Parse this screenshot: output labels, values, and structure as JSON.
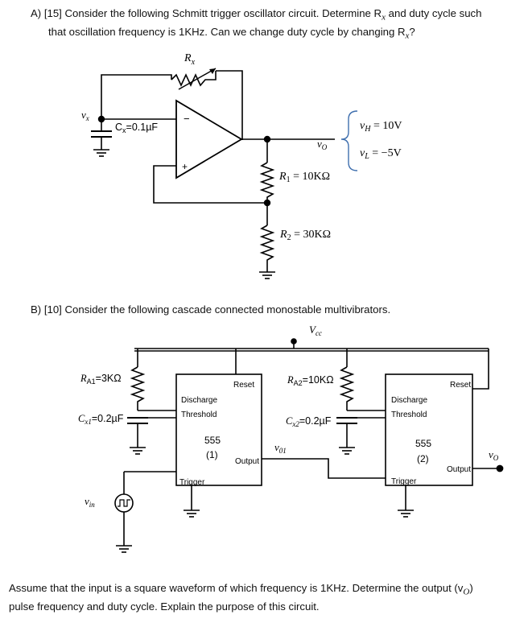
{
  "part_a": {
    "line1": "A)  [15] Consider the following Schmitt trigger oscillator circuit. Determine R",
    "line1_sub": "x",
    "line1_tail": " and duty cycle such",
    "line2": "that oscillation frequency is 1KHz. Can we change duty cycle by changing R",
    "line2_sub": "x",
    "line2_tail": "?"
  },
  "part_b": {
    "text": "B)  [10] Consider the following cascade connected monostable multivibrators."
  },
  "footer": {
    "line1": "Assume that the input is a square waveform of which frequency is 1KHz. Determine the output (v",
    "line1_sub": "O",
    "line1_tail": ")",
    "line2": "pulse frequency and duty cycle. Explain the purpose of this circuit."
  },
  "circuit_a": {
    "rx_label": "R",
    "rx_sub": "x",
    "vx_label": "v",
    "vx_sub": "x",
    "cx_label": "C",
    "cx_sub": "x",
    "cx_value": "=0.1µF",
    "minus": "−",
    "plus": "+",
    "vo_label": "v",
    "vo_sub": "O",
    "vh_label": "v",
    "vh_sub": "H",
    "vh_value": " = 10V",
    "vl_label": "v",
    "vl_sub": "L",
    "vl_value": " = −5V",
    "r1_label": "R",
    "r1_sub": "1",
    "r1_value": " = 10KΩ",
    "r2_label": "R",
    "r2_sub": "2",
    "r2_value": " = 30KΩ"
  },
  "circuit_b": {
    "vcc_label": "V",
    "vcc_sub": "cc",
    "ra1_label": "R",
    "ra1_sub": "A1",
    "ra1_value": "=3KΩ",
    "cx1_label": "C",
    "cx1_sub": "x1",
    "cx1_value": "=0.2µF",
    "ra2_label": "R",
    "ra2_sub": "A2",
    "ra2_value": "=10KΩ",
    "cx2_label": "C",
    "cx2_sub": "x2",
    "cx2_value": "=0.2µF",
    "vin_label": "v",
    "vin_sub": "in",
    "vo1_label": "v",
    "vo1_sub": "01",
    "vo_label": "v",
    "vo_sub": "O",
    "chip1": {
      "discharge": "Discharge",
      "threshold": "Threshold",
      "reset": "Reset",
      "name": "555",
      "index": "(1)",
      "output": "Output",
      "trigger": "Trigger"
    },
    "chip2": {
      "discharge": "Discharge",
      "threshold": "Threshold",
      "reset": "Reset",
      "name": "555",
      "index": "(2)",
      "output": "Output",
      "trigger": "Trigger"
    }
  }
}
